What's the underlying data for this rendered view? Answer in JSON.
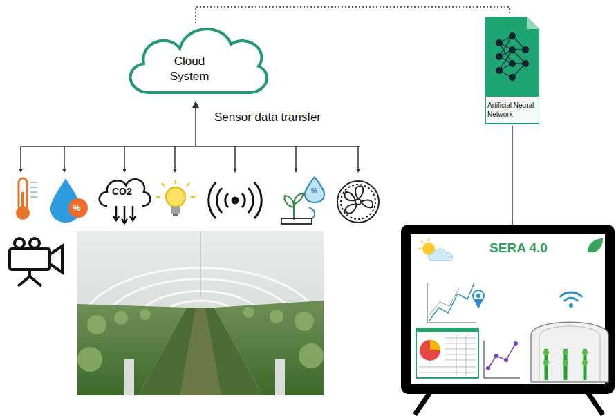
{
  "diagram": {
    "nodes": [
      {
        "text": [
          "Cloud System"
        ]
      },
      {
        "text": [
          "Artificial Neural Network"
        ]
      },
      {
        "text": [
          "SERA 4.0"
        ]
      }
    ],
    "edges": [
      {
        "from": 0,
        "to": 1,
        "arrow": "none"
      },
      {
        "from": 1,
        "to": 2,
        "arrow": "none"
      }
    ],
    "labels": [
      "Sensor data transfer",
      "CO2",
      "%",
      "%"
    ]
  }
}
